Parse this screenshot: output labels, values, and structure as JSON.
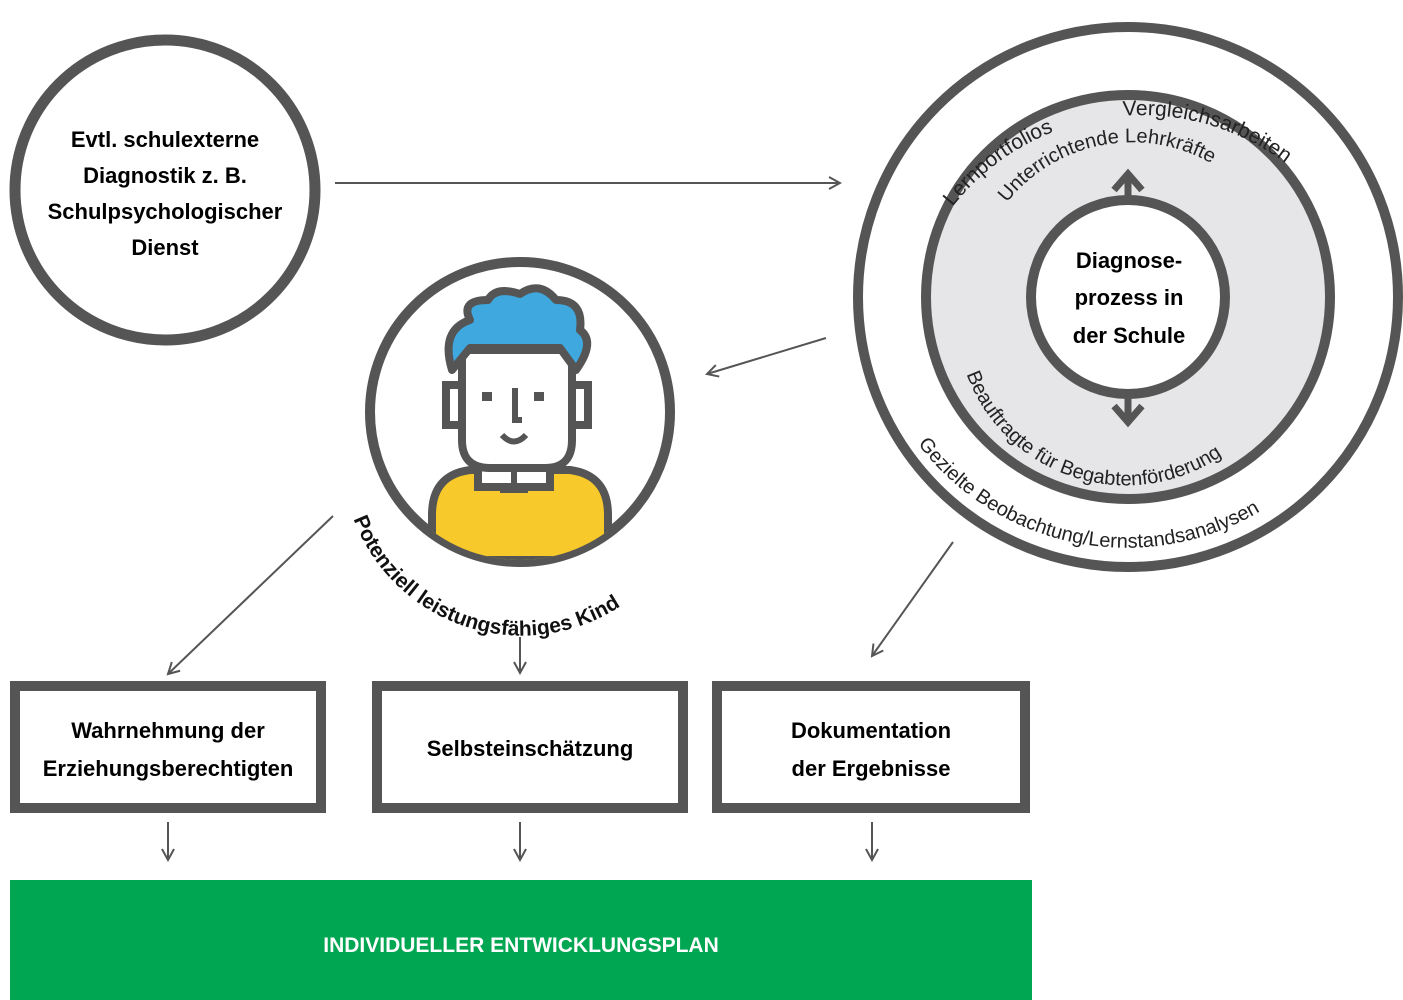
{
  "external_circle": {
    "line1": "Evtl. schulexterne",
    "line2": "Diagnostik z. B.",
    "line3": "Schulpsychologischer",
    "line4": "Dienst"
  },
  "school_circle": {
    "outer_top_left": "Lernportfolios",
    "outer_top_right": "Vergleichsarbeiten",
    "ring_top": "Unterrichtende Lehrkräfte",
    "center_line1": "Diagnose-",
    "center_line2": "prozess in",
    "center_line3": "der Schule",
    "ring_bottom": "Beauftragte für Begabtenförderung",
    "outer_bottom": "Gezielte Beobachtung/Lernstandsanalysen"
  },
  "child": {
    "label": "Potenziell leistungsfähiges Kind"
  },
  "boxes": {
    "parents_line1": "Wahrnehmung der",
    "parents_line2": "Erziehungsberechtigten",
    "self": "Selbsteinschätzung",
    "doc_line1": "Dokumentation",
    "doc_line2": "der Ergebnisse"
  },
  "plan": {
    "label": "INDIVIDUELLER ENTWICKLUNGSPLAN"
  },
  "colors": {
    "outline": "#555555",
    "ring_fill": "#e6e6e8",
    "hair": "#3ea8df",
    "shirt": "#f7c92a",
    "plan_green": "#00a651",
    "plan_text": "#ffffff"
  }
}
